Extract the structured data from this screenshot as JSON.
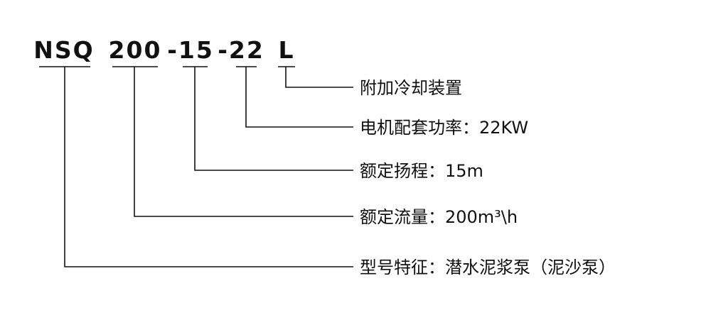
{
  "code_segments": [
    {
      "id": "nsq",
      "text": "NSQ"
    },
    {
      "id": "flow",
      "text": "200"
    },
    {
      "id": "head",
      "text": "-15"
    },
    {
      "id": "power",
      "text": "-22"
    },
    {
      "id": "cooling",
      "text": "L"
    }
  ],
  "descriptions": [
    {
      "id": "cooling",
      "text": "附加冷却装置"
    },
    {
      "id": "power",
      "text": "电机配套功率：22KW"
    },
    {
      "id": "head",
      "text": "额定扬程：15m"
    },
    {
      "id": "flow",
      "text": "额定流量：200m³\\h"
    },
    {
      "id": "nsq",
      "text": "型号特征：潜水泥浆泵（泥沙泵）"
    }
  ],
  "colors": {
    "line": "#111111",
    "text": "#111111",
    "background": "#ffffff"
  }
}
